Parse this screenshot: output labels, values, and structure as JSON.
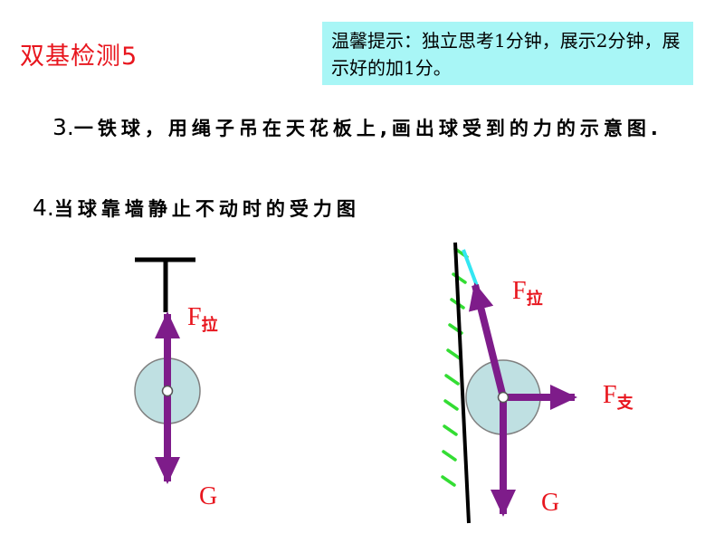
{
  "title": "双基检测5",
  "tip": "温馨提示：独立思考1分钟，展示2分钟，展示好的加1分。",
  "question3": {
    "number": "3.",
    "text": "一铁球，用绳子吊在天花板上,画出球受到的力的示意图."
  },
  "question4": {
    "number": "4.",
    "text": "当球靠墙静止不动时的受力图"
  },
  "diagram_left": {
    "tension_label": {
      "main": "F",
      "sub": "拉"
    },
    "gravity_label": "G"
  },
  "diagram_right": {
    "tension_label": {
      "main": "F",
      "sub": "拉"
    },
    "support_label": {
      "main": "F",
      "sub": "支"
    },
    "gravity_label": "G"
  },
  "colors": {
    "title": "#e8161e",
    "tip_background": "#a8f6f6",
    "arrow": "#7e1c8a",
    "ball_fill": "#bfe0e2",
    "hatch": "#33dd33",
    "rope_right": "#33e6f2"
  }
}
